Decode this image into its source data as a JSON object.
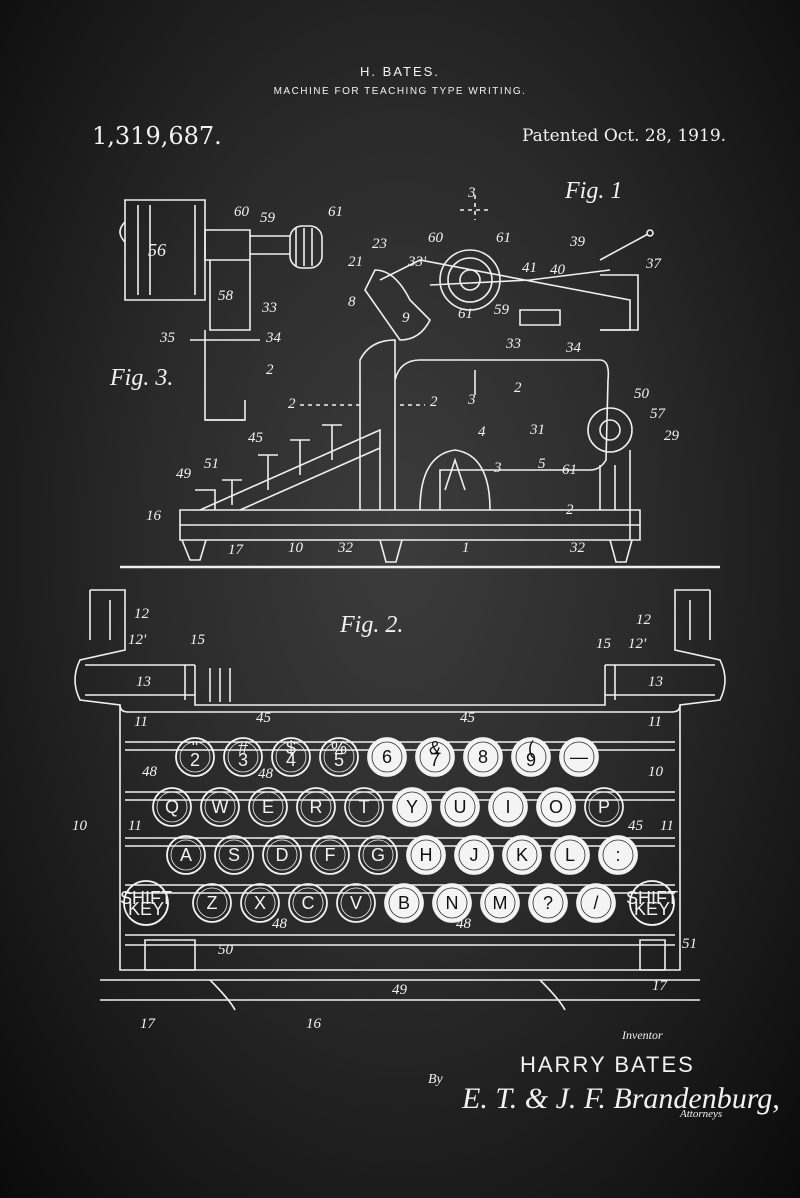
{
  "header": {
    "inventor_heading": "H. BATES.",
    "title": "MACHINE FOR TEACHING TYPE WRITING.",
    "patent_number": "1,319,687.",
    "patent_date": "Patented Oct. 28, 1919."
  },
  "figures": {
    "fig1": "Fig. 1",
    "fig2": "Fig. 2.",
    "fig3": "Fig. 3."
  },
  "references": {
    "r56": "56",
    "r60a": "60",
    "r59a": "59",
    "r61a": "61",
    "r58": "58",
    "r33a": "33",
    "r35": "35",
    "r34a": "34",
    "r2a": "2",
    "r3top": "3",
    "r23": "23",
    "r21": "21",
    "r8": "8",
    "r9": "9",
    "r33b": "33'",
    "r60b": "60",
    "r61b": "61",
    "r39": "39",
    "r41": "41",
    "r40": "40",
    "r37": "37",
    "r61c": "61",
    "r59b": "59",
    "r33c": "33",
    "r34b": "34",
    "r2b": "2",
    "r2l": "2",
    "r2r": "2",
    "r3mid": "3",
    "r45a": "45",
    "r4": "4",
    "r3c": "3",
    "r31": "31",
    "r5": "5",
    "r61d": "61",
    "r50a": "50",
    "r57": "57",
    "r29": "29",
    "r49a": "49",
    "r51a": "51",
    "r16a": "16",
    "r17a": "17",
    "r10a": "10",
    "r32a": "32",
    "r1": "1",
    "r32b": "32",
    "r2c": "2",
    "r12a": "12",
    "r12pa": "12'",
    "r15a": "15",
    "r13a": "13",
    "r15b": "15",
    "r12b": "12",
    "r12pb": "12'",
    "r13b": "13",
    "r11a": "11",
    "r45b": "45",
    "r45c": "45",
    "r11b": "11",
    "r48a": "48",
    "r48b": "48",
    "r10b": "10",
    "r10c": "10",
    "r11c": "11",
    "r45d": "45",
    "r11d": "11",
    "r48c": "48",
    "r48d": "48",
    "r50b": "50",
    "r51b": "51",
    "r49b": "49",
    "r17b": "17",
    "r17c": "17",
    "r16b": "16"
  },
  "keyboard": {
    "row1": [
      "2",
      "3",
      "4",
      "5",
      "6",
      "7",
      "8",
      "9",
      "—"
    ],
    "row1_sym": [
      "\"",
      "#",
      "$",
      "%",
      "",
      "&",
      "",
      "(",
      ""
    ],
    "row2": [
      "Q",
      "W",
      "E",
      "R",
      "T",
      "Y",
      "U",
      "I",
      "O",
      "P"
    ],
    "row3": [
      "A",
      "S",
      "D",
      "F",
      "G",
      "H",
      "J",
      "K",
      "L",
      ":"
    ],
    "row4": [
      "Z",
      "X",
      "C",
      "V",
      "B",
      "N",
      "M",
      "?",
      "/"
    ],
    "shift_left": "SHIFT KEY",
    "shift_right": "SHIFT KEY"
  },
  "signature": {
    "inventor_label": "Inventor",
    "inventor_name": "HARRY BATES",
    "by": "By",
    "attorneys_name": "E. T. & J. F. Brandenburg,",
    "attorneys_label": "Attorneys"
  },
  "colors": {
    "background": "#2a2a2a",
    "ink": "#f2f2f2",
    "frame": "#000000"
  }
}
